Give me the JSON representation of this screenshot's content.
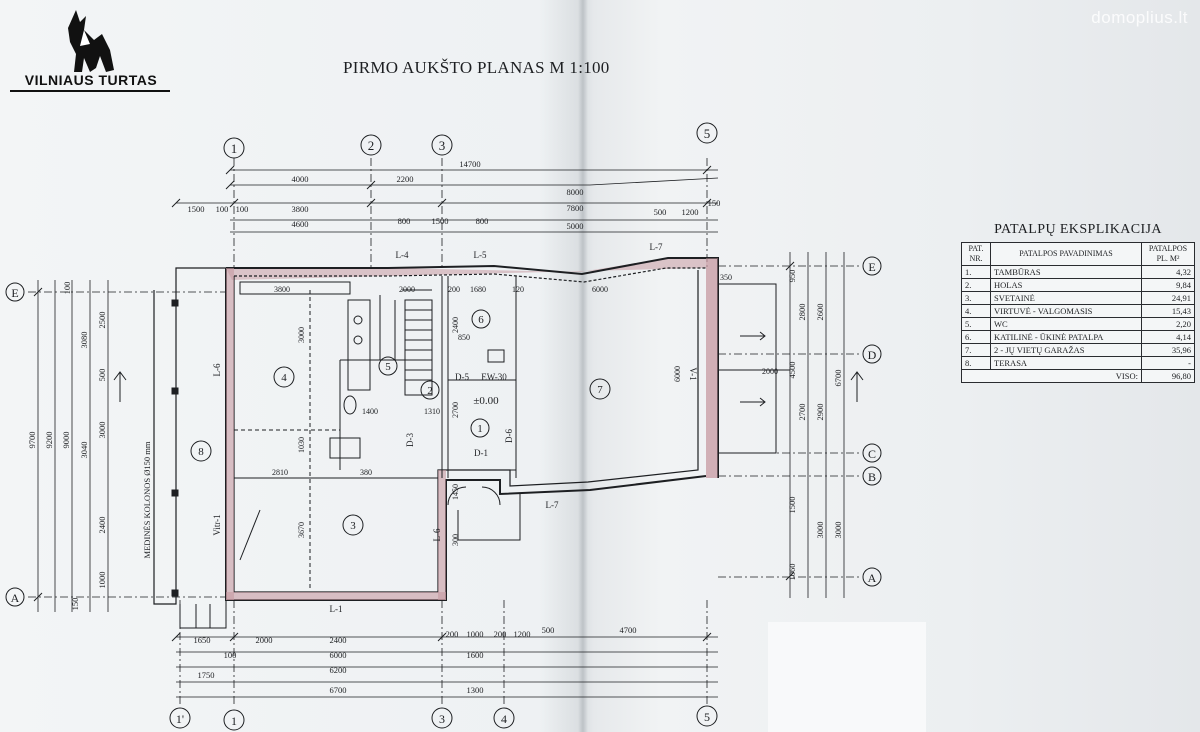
{
  "brand": {
    "logo_text": "VILNIAUS TURTAS",
    "watermark": "domoplius.lt"
  },
  "title": "PIRMO AUKŠTO PLANAS   M 1:100",
  "axes": {
    "top": [
      "1",
      "2",
      "3",
      "5"
    ],
    "bottom": [
      "1'",
      "1",
      "3",
      "4",
      "5"
    ],
    "left": [
      "E",
      "A"
    ],
    "right": [
      "E",
      "D",
      "C",
      "B",
      "A"
    ]
  },
  "top_dims": [
    "14700",
    "4000",
    "2200",
    "8000",
    "7800",
    "5000",
    "1500",
    "100",
    "100",
    "3800",
    "4600",
    "800",
    "1500",
    "800",
    "500",
    "1200",
    "150"
  ],
  "bottom_dims": [
    "1650",
    "2000",
    "2400",
    "200",
    "1000",
    "200",
    "1200",
    "500",
    "4700",
    "6000",
    "100",
    "1600",
    "6200",
    "1750",
    "6700",
    "1300"
  ],
  "left_dims": [
    "9700",
    "9200",
    "9000",
    "3080",
    "3040",
    "2500",
    "500",
    "3000",
    "2400",
    "1000",
    "150",
    "100"
  ],
  "right_dims": [
    "950",
    "4500",
    "6700",
    "2600",
    "2800",
    "2700",
    "2900",
    "1500",
    "3000",
    "3000",
    "1060"
  ],
  "interior_dims": [
    "3800",
    "2000",
    "200",
    "1680",
    "120",
    "6000",
    "3000",
    "2400",
    "850",
    "1400",
    "1310",
    "1030",
    "2810",
    "380",
    "3670",
    "2700",
    "1450",
    "300",
    "6000",
    "2000",
    "350"
  ],
  "wall_labels": [
    "L-4",
    "L-5",
    "L-7",
    "L-6",
    "V-1",
    "Vitr-1",
    "L-1",
    "D-1",
    "D-3",
    "D-5",
    "D-6",
    "EW-30"
  ],
  "level_mark": "±0.00",
  "column_note": "MEDINĖS KOLONOS Ø150 mm",
  "rooms": [
    "1",
    "2",
    "3",
    "4",
    "5",
    "6",
    "7",
    "8"
  ],
  "explication": {
    "title": "PATALPŲ EKSPLIKACIJA",
    "headers": {
      "nr": "PAT. NR.",
      "name": "PATALPOS PAVADINIMAS",
      "area": "PATALPOS PL. M²"
    },
    "rows": [
      {
        "nr": "1.",
        "name": "TAMBŪRAS",
        "area": "4,32"
      },
      {
        "nr": "2.",
        "name": "HOLAS",
        "area": "9,84"
      },
      {
        "nr": "3.",
        "name": "SVETAINĖ",
        "area": "24,91"
      },
      {
        "nr": "4.",
        "name": "VIRTUVĖ - VALGOMASIS",
        "area": "15,43"
      },
      {
        "nr": "5.",
        "name": "WC",
        "area": "2,20"
      },
      {
        "nr": "6.",
        "name": "KATILINĖ - ŪKINĖ PATALPA",
        "area": "4,14"
      },
      {
        "nr": "7.",
        "name": "2 - JŲ VIETŲ GARAŽAS",
        "area": "35,96"
      },
      {
        "nr": "8.",
        "name": "TERASA",
        "area": "-"
      }
    ],
    "total_label": "VISO:",
    "total_value": "96,80"
  },
  "colors": {
    "paper": "#eef1f3",
    "ink": "#1d1f22",
    "wall_fill": "#c79aa2"
  }
}
